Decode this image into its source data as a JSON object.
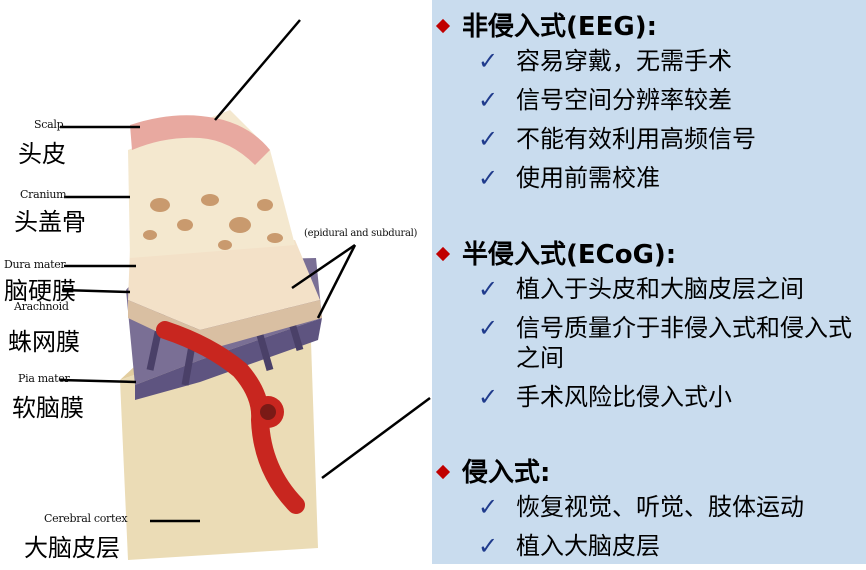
{
  "labels": {
    "scalp": {
      "en": "Scalp",
      "cn": "头皮"
    },
    "cranium": {
      "en": "Cranium",
      "cn": "头盖骨"
    },
    "dura": {
      "en": "Dura mater",
      "cn": "脑硬膜"
    },
    "arachnoid": {
      "en": "Arachnoid",
      "cn": "蛛网膜"
    },
    "pia": {
      "en": "Pia mater",
      "cn": "软脑膜"
    },
    "cortex": {
      "en": "Cerebral cortex",
      "cn": "大脑皮层"
    },
    "epidural": "(epidural and subdural)"
  },
  "sections": [
    {
      "title": "非侵入式(EEG):",
      "items": [
        "容易穿戴，无需手术",
        "信号空间分辨率较差",
        "不能有效利用高频信号",
        "使用前需校准"
      ]
    },
    {
      "title": "半侵入式(ECoG):",
      "items": [
        "植入于头皮和大脑皮层之间",
        "信号质量介于非侵入式和侵入式之间",
        "手术风险比侵入式小"
      ]
    },
    {
      "title": "侵入式:",
      "items": [
        "恢复视觉、听觉、肢体运动",
        "植入大脑皮层"
      ]
    }
  ],
  "colors": {
    "panel": "#c9dcee",
    "bullet": "#c00000",
    "check": "#1f3b8c"
  }
}
